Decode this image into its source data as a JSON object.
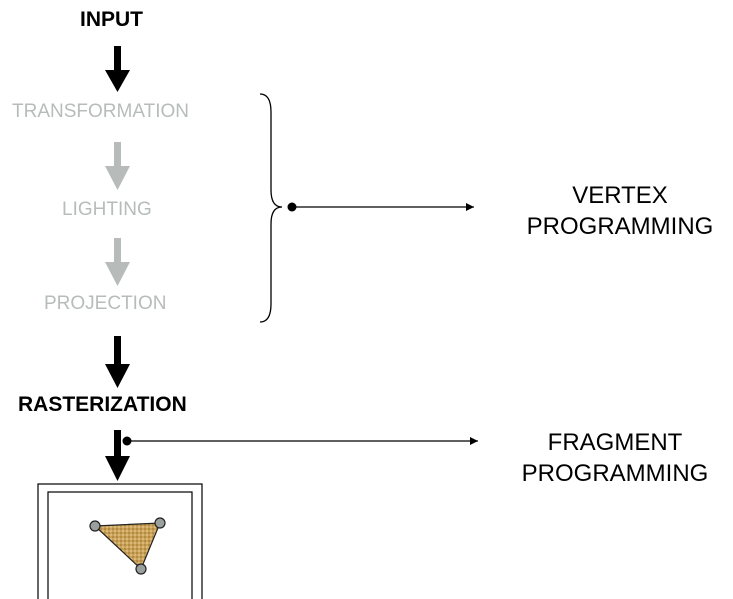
{
  "pipeline": {
    "input_label": "INPUT",
    "stages": [
      {
        "label": "TRANSFORMATION"
      },
      {
        "label": "LIGHTING"
      },
      {
        "label": "PROJECTION"
      }
    ],
    "rasterization_label": "RASTERIZATION"
  },
  "outputs": {
    "vertex": {
      "line1": "VERTEX",
      "line2": "PROGRAMMING"
    },
    "fragment": {
      "line1": "FRAGMENT",
      "line2": "PROGRAMMING"
    }
  },
  "colors": {
    "main_arrow": "#000000",
    "faded_arrow": "#b7bcbb",
    "faded_text": "#b7bcbb",
    "triangle_fill": "#c9a25a",
    "vertex_dot": "#9aa09c"
  }
}
